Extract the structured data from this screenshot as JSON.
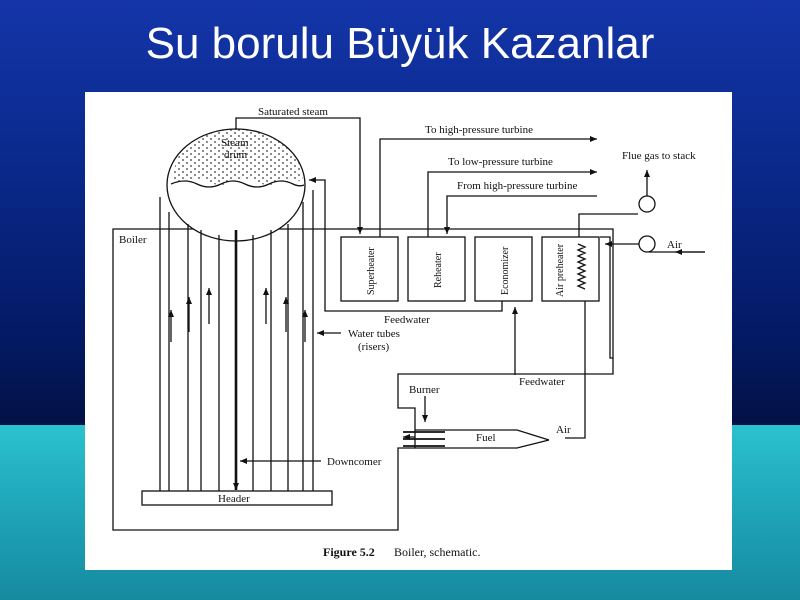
{
  "slide": {
    "title": "Su borulu Büyük Kazanlar"
  },
  "diagram": {
    "labels": {
      "saturated_steam": "Saturated steam",
      "steam_drum_line1": "Steam",
      "steam_drum_line2": "drum",
      "to_hp_turbine": "To high-pressure turbine",
      "to_lp_turbine": "To low-pressure turbine",
      "from_hp_turbine": "From high-pressure turbine",
      "flue_gas": "Flue gas to stack",
      "boiler": "Boiler",
      "air_top": "Air",
      "superheater": "Superheater",
      "reheater": "Reheater",
      "economizer": "Economizer",
      "air_preheater": "Air preheater",
      "feedwater_mid": "Feedwater",
      "water_tubes_line1": "Water tubes",
      "water_tubes_line2": "(risers)",
      "feedwater_low": "Feedwater",
      "burner": "Burner",
      "fuel": "Fuel",
      "air_bottom": "Air",
      "downcomer": "Downcomer",
      "header": "Header"
    },
    "caption_bold": "Figure 5.2",
    "caption_rest": "Boiler, schematic.",
    "colors": {
      "line": "#111111",
      "panel": "#ffffff"
    }
  }
}
